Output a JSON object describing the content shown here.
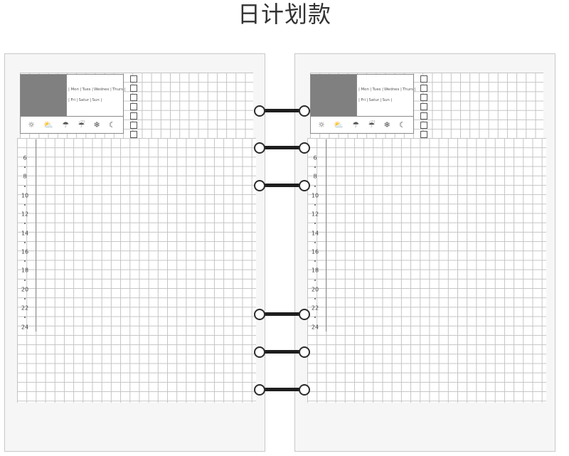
{
  "title": "日计划款",
  "days_row1": [
    "| Mon |",
    "Tues |",
    "Wednes |",
    "Thurs |"
  ],
  "days_row2": [
    "| Fri |",
    "Satur |",
    "Sun |"
  ],
  "weather_icons": [
    "sun-icon",
    "partly-cloudy-icon",
    "rain-icon",
    "umbrella-icon",
    "snow-icon",
    "moon-icon"
  ],
  "weather_glyphs": [
    "☼",
    "⛅",
    "☂",
    "☔",
    "❄",
    "☾"
  ],
  "hours": [
    "6",
    "8",
    "10",
    "12",
    "14",
    "16",
    "18",
    "20",
    "22",
    "24"
  ],
  "checkbox_count": 7
}
